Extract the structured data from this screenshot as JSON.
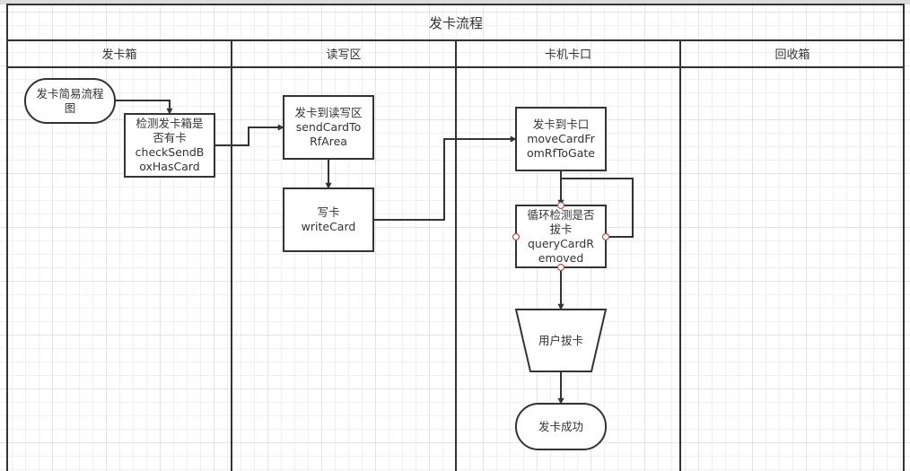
{
  "pool": {
    "title": "发卡流程"
  },
  "lanes": [
    {
      "label": "发卡箱"
    },
    {
      "label": "读写区"
    },
    {
      "label": "卡机卡口"
    },
    {
      "label": "回收箱"
    }
  ],
  "nodes": {
    "start": {
      "lines": [
        "发卡简易流程",
        "图"
      ]
    },
    "check_send_box": {
      "lines": [
        "检测发卡箱是",
        "否有卡",
        "checkSendB",
        "oxHasCard"
      ]
    },
    "send_to_rf": {
      "lines": [
        "发卡到读写区",
        "sendCardTo",
        "RfArea"
      ]
    },
    "write_card": {
      "lines": [
        "写卡",
        "writeCard"
      ]
    },
    "move_to_gate": {
      "lines": [
        "发卡到卡口",
        "moveCardFr",
        "omRfToGate"
      ]
    },
    "query_removed": {
      "lines": [
        "循环检测是否",
        "拔卡",
        "queryCardR",
        "emoved"
      ]
    },
    "user_remove": {
      "lines": [
        "用户拔卡"
      ]
    },
    "end": {
      "lines": [
        "发卡成功"
      ]
    }
  },
  "colors": {
    "stroke": "#333333",
    "text": "#333333",
    "selection_handle": "#b85450",
    "fill": "#ffffff"
  }
}
